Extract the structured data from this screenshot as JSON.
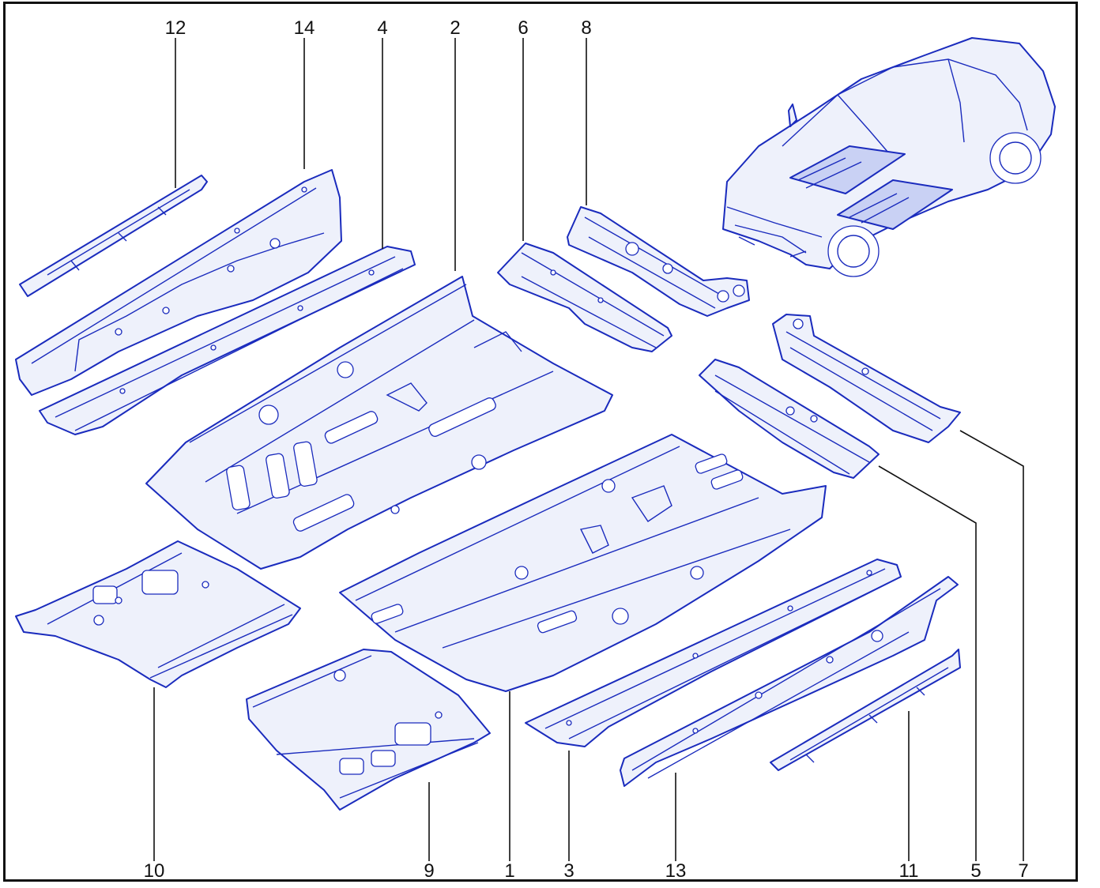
{
  "diagram": {
    "stroke_color": "#1a2bbd",
    "frame_color": "#111111",
    "callouts": [
      {
        "id": "12",
        "label": "12"
      },
      {
        "id": "14",
        "label": "14"
      },
      {
        "id": "4",
        "label": "4"
      },
      {
        "id": "2",
        "label": "2"
      },
      {
        "id": "6",
        "label": "6"
      },
      {
        "id": "8",
        "label": "8"
      },
      {
        "id": "10",
        "label": "10"
      },
      {
        "id": "9",
        "label": "9"
      },
      {
        "id": "1",
        "label": "1"
      },
      {
        "id": "3",
        "label": "3"
      },
      {
        "id": "13",
        "label": "13"
      },
      {
        "id": "11",
        "label": "11"
      },
      {
        "id": "5",
        "label": "5"
      },
      {
        "id": "7",
        "label": "7"
      }
    ]
  }
}
